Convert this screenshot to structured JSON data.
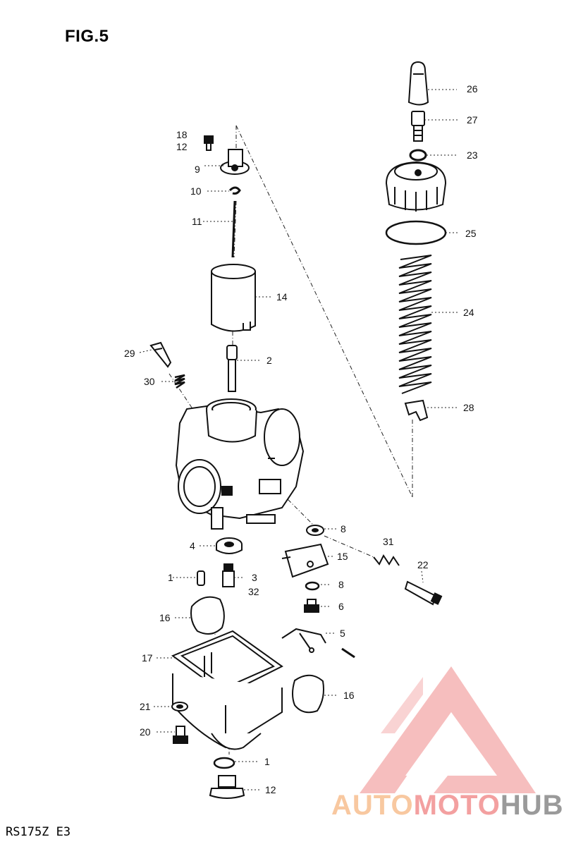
{
  "figure": {
    "title": "FIG.5",
    "code": "RS175Z E3"
  },
  "watermark": {
    "part1": "AUTO",
    "part2": "MOTO",
    "part3": "HUB",
    "colors": {
      "orange": "#f8c8a0",
      "red": "#f3a0a0",
      "gray": "#9a9a9a"
    }
  },
  "callouts": {
    "c26": "26",
    "c27": "27",
    "c23": "23",
    "c25": "25",
    "c24": "24",
    "c28": "28",
    "c18": "18",
    "c12a": "12",
    "c9": "9",
    "c10": "10",
    "c11": "11",
    "c14": "14",
    "c29": "29",
    "c2": "2",
    "c30": "30",
    "c8a": "8",
    "c31": "31",
    "c4": "4",
    "c15": "15",
    "c22": "22",
    "c1a": "1",
    "c3": "3",
    "c32": "32",
    "c8b": "8",
    "c6": "6",
    "c16a": "16",
    "c5": "5",
    "c17": "17",
    "c16b": "16",
    "c21": "21",
    "c20": "20",
    "c1b": "1",
    "c12b": "12"
  }
}
